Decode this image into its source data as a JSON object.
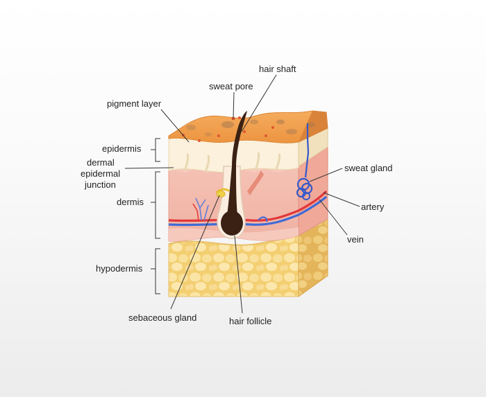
{
  "diagram": {
    "labels": {
      "hair_shaft": "hair shaft",
      "sweat_pore": "sweat pore",
      "pigment_layer": "pigment layer",
      "epidermis": "epidermis",
      "dermal_epidermal_junction_line1": "dermal",
      "dermal_epidermal_junction_line2": "epidermal",
      "dermal_epidermal_junction_line3": "junction",
      "sweat_gland": "sweat gland",
      "dermis": "dermis",
      "artery": "artery",
      "vein": "vein",
      "hypodermis": "hypodermis",
      "sebaceous_gland": "sebaceous gland",
      "hair_follicle": "hair follicle"
    },
    "colors": {
      "pigment_layer": "#f2a553",
      "epidermis": "#fbf0d8",
      "dermis": "#f3b9ac",
      "hypodermis": "#f7d98a",
      "hair": "#3a2113",
      "artery": "#e2363a",
      "vein": "#3f6bd6",
      "sweat_gland": "#3559c9",
      "sebaceous_gland": "#f0d24a"
    }
  }
}
